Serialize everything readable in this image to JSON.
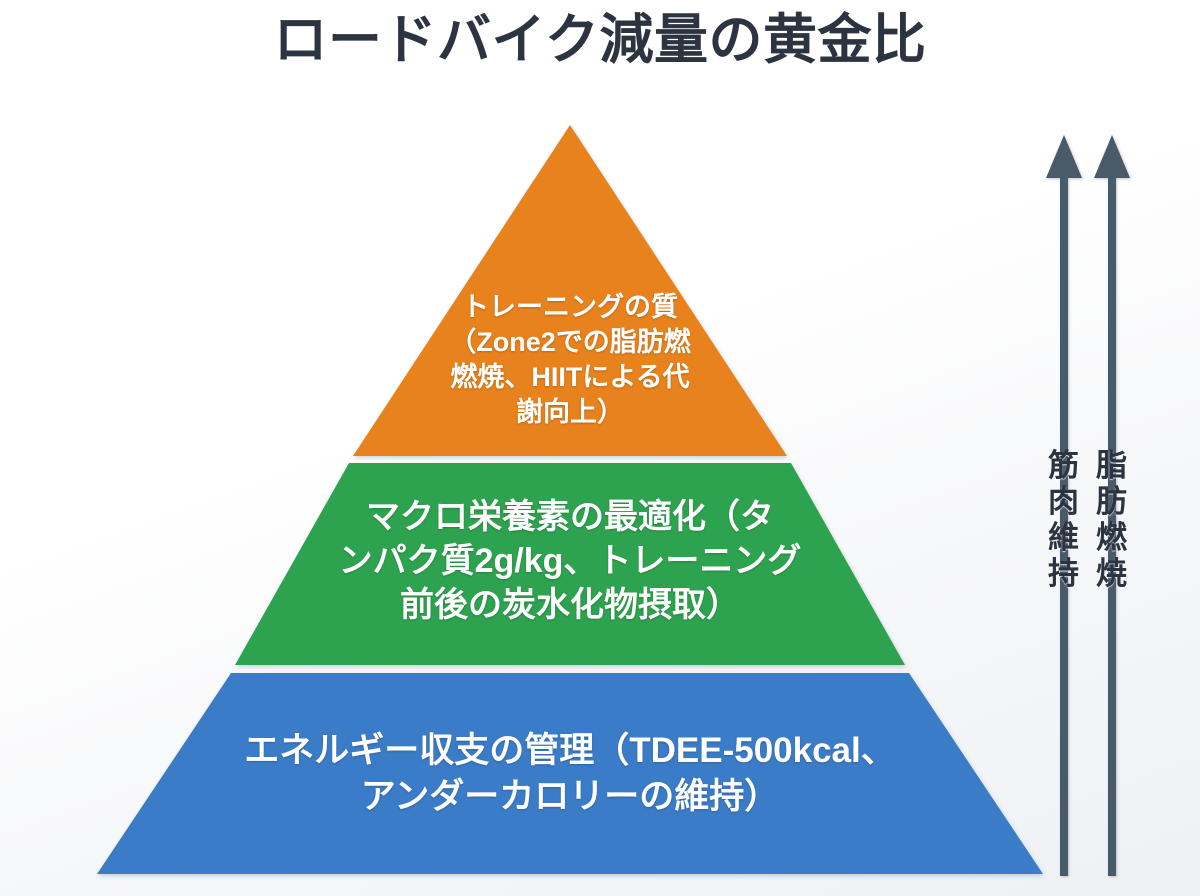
{
  "page": {
    "title": "ロードバイク減量の黄金比",
    "background_top": "#ffffff",
    "background_bottom": "#eef1f4",
    "title_color": "#2b3440"
  },
  "pyramid": {
    "tiers": [
      {
        "id": "training-quality",
        "position": "top",
        "color": "#e8821e",
        "text": "トレーニングの質\n（Zone2での脂肪燃\n燃焼、HIITによる代\n謝向上）",
        "text_color": "#ffffff"
      },
      {
        "id": "macro-optimization",
        "position": "middle",
        "color": "#2ea34f",
        "text": "マクロ栄養素の最適化（タ\nンパク質2g/kg、トレーニング\n前後の炭水化物摂取）",
        "text_color": "#ffffff"
      },
      {
        "id": "energy-balance",
        "position": "base",
        "color": "#3a7cc8",
        "text": "エネルギー収支の管理（TDEE-500kcal、\nアンダーカロリーの維持）",
        "text_color": "#ffffff"
      }
    ]
  },
  "side_arrows": [
    {
      "id": "muscle-retention",
      "caption": "筋肉維持",
      "icon": "arrow-up-icon",
      "color": "#4a5a68",
      "direction": "up"
    },
    {
      "id": "fat-burning",
      "caption": "脂肪燃焼",
      "icon": "arrow-up-icon",
      "color": "#4a5a68",
      "direction": "up"
    }
  ]
}
